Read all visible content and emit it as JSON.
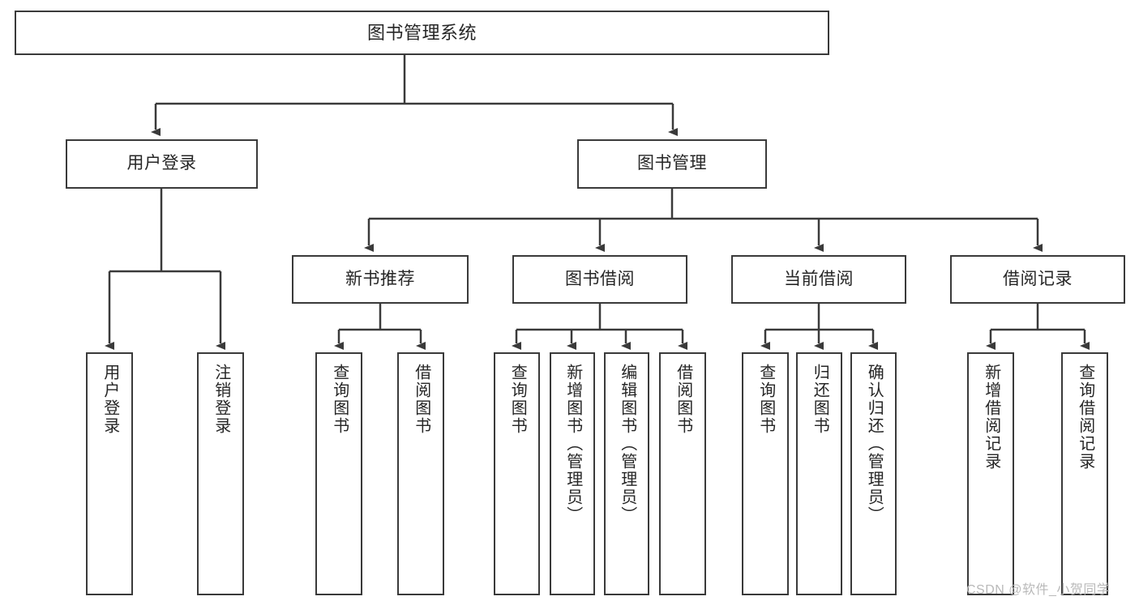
{
  "diagram": {
    "title": "图书管理系统",
    "type": "functional-decomposition-tree",
    "root": {
      "label": "图书管理系统"
    },
    "level2": [
      {
        "label": "用户登录"
      },
      {
        "label": "图书管理"
      }
    ],
    "level3": [
      {
        "label": "新书推荐"
      },
      {
        "label": "图书借阅"
      },
      {
        "label": "当前借阅"
      },
      {
        "label": "借阅记录"
      }
    ],
    "leaves": {
      "user_login": [
        {
          "label": "用户登录"
        },
        {
          "label": "注销登录"
        }
      ],
      "new_book_recommend": [
        {
          "label": "查询图书"
        },
        {
          "label": "借阅图书"
        }
      ],
      "book_borrow": [
        {
          "label": "查询图书"
        },
        {
          "label": "新增图书（管理员）"
        },
        {
          "label": "编辑图书（管理员）"
        },
        {
          "label": "借阅图书"
        }
      ],
      "current_borrow": [
        {
          "label": "查询图书"
        },
        {
          "label": "归还图书"
        },
        {
          "label": "确认归还（管理员）"
        }
      ],
      "borrow_record": [
        {
          "label": "新增借阅记录"
        },
        {
          "label": "查询借阅记录"
        }
      ]
    }
  },
  "watermark": {
    "text": "CSDN @软件_小贺同学"
  },
  "colors": {
    "stroke": "#3a3a3a",
    "fill": "#ffffff",
    "text": "#262626",
    "watermark": "#b9b9b9"
  }
}
